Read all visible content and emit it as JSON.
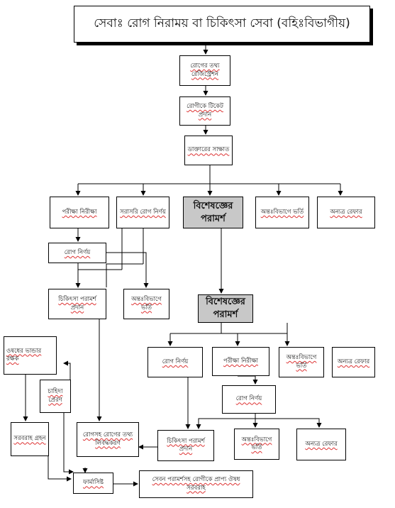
{
  "title": "সেবাঃ রোগ নিরাময় বা চিকিৎসা সেবা (বহিঃবিভাগীয়)",
  "nodes": {
    "registration": "রোগের তথ্য রেজিস্ট্রেশন",
    "ticket": "রোগীকে টিকেট প্রদান",
    "doctor": "ডাক্তারের সাক্ষাত",
    "exam1": "পরীক্ষা নিরীক্ষা",
    "direct_dx": "সরাসরি রোগ নির্ণয়",
    "specialist1": "বিশেষজ্ঞের পরামর্শ",
    "admit1": "অন্তঃবিভাগে ভর্তি",
    "refer1": "অন্যত্র রেফার",
    "dx2": "রোগ নির্ণয়",
    "advice1": "চিকিৎসা পরামর্শ প্রদান",
    "admit2": "অন্তঃবিভাগে ভর্তি",
    "specialist2": "বিশেষজ্ঞের পরামর্শ",
    "store": "ওষধের ভান্ডার রক্ষক",
    "demand": "চাহিদা প্রেরণ",
    "supply": "সরবরাহ গ্রহন",
    "dx3": "রোগ নির্ণয়",
    "exam2": "পরীক্ষা নিরীক্ষা",
    "admit3": "অন্তঃবিভাগে ভর্তি",
    "refer2": "অন্যত্র রেফার",
    "dx4": "রোগ নির্ণয়",
    "record": "রোগসহ রোগের তথ্য লিবদ্ধকরণ",
    "advice2": "চিকিৎসা পরামর্শ প্রদান",
    "admit4": "অন্তঃবিভাগে ভর্তি",
    "refer3": "অন্যত্র রেফার",
    "pharmacist": "ফার্মাসিষ্ট",
    "dispense": "সেবন পরামর্শসহ রোগীকে প্রাপ্য ঔষধ সরবরাহ"
  }
}
